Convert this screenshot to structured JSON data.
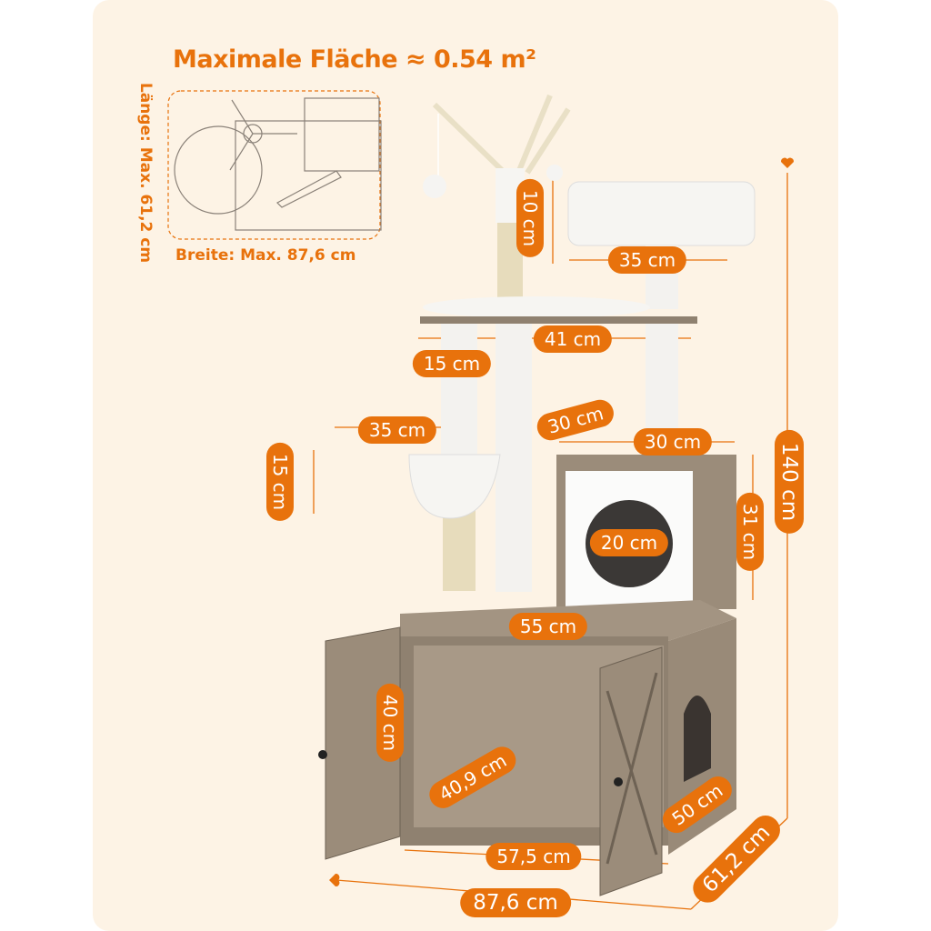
{
  "header": {
    "title": "Maximale Fläche ≈ 0.54 m²"
  },
  "footprint": {
    "length_label": "Länge: Max. 61,2 cm",
    "width_label": "Breite: Max. 87,6 cm"
  },
  "dimensions": {
    "top_post_height": "10 cm",
    "top_bed_width": "35 cm",
    "platform_width": "41 cm",
    "platform_offset": "15 cm",
    "basket_width": "35 cm",
    "basket_height": "15 cm",
    "platform_depth": "30 cm",
    "condo_width": "30 cm",
    "condo_height": "31 cm",
    "condo_hole": "20 cm",
    "total_height": "140 cm",
    "cabinet_top_width": "55 cm",
    "cabinet_inner_height": "40 cm",
    "cabinet_inner_depth": "40,9 cm",
    "cabinet_depth": "50 cm",
    "cabinet_inner_width": "57,5 cm",
    "total_width": "87,6 cm",
    "total_depth": "61,2 cm"
  },
  "colors": {
    "accent": "#e8720c",
    "background": "#fdf3e5",
    "wood": "#8f8170",
    "plush": "#f4f2ee"
  }
}
